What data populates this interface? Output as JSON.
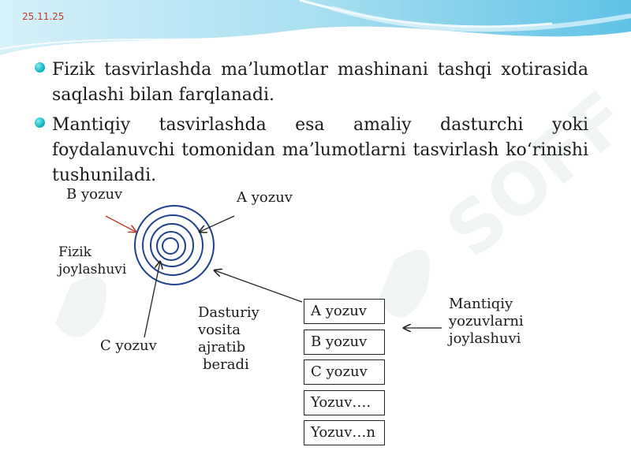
{
  "header": {
    "date": "25.11.25"
  },
  "bullets": [
    {
      "text": "Fizik tasvirlashda ma’lumotlar mashinani tashqi xotirasida saqlashi bilan farqlanadi."
    },
    {
      "text": "Mantiqiy tasvirlashda esa amaliy dasturchi yoki foydalanuvchi tomonidan ma’lumotlarni tasvirlash ko‘rinishi tushuniladi."
    }
  ],
  "diagram": {
    "label_b_record": "B yozuv",
    "label_a_record": "A yozuv",
    "label_physical_line1": "Fizik",
    "label_physical_line2": "joylashuvi",
    "label_c_record": "C yozuv",
    "label_software_line1": "Dasturiy",
    "label_software_line2": "vosita",
    "label_software_line3": "ajratib",
    "label_software_line4": "beradi",
    "label_logical_line1": "Mantiqiy",
    "label_logical_line2": "yozuvlarni",
    "label_logical_line3": "joylashuvi",
    "boxes": [
      "A yozuv",
      "B yozuv",
      "C yozuv",
      "Yozuv….",
      "Yozuv…n"
    ],
    "colors": {
      "rings": "#1f3f8f",
      "red_arrow": "#c0392b",
      "arrow": "#222222"
    }
  },
  "watermark": {
    "text": "SOFF"
  }
}
